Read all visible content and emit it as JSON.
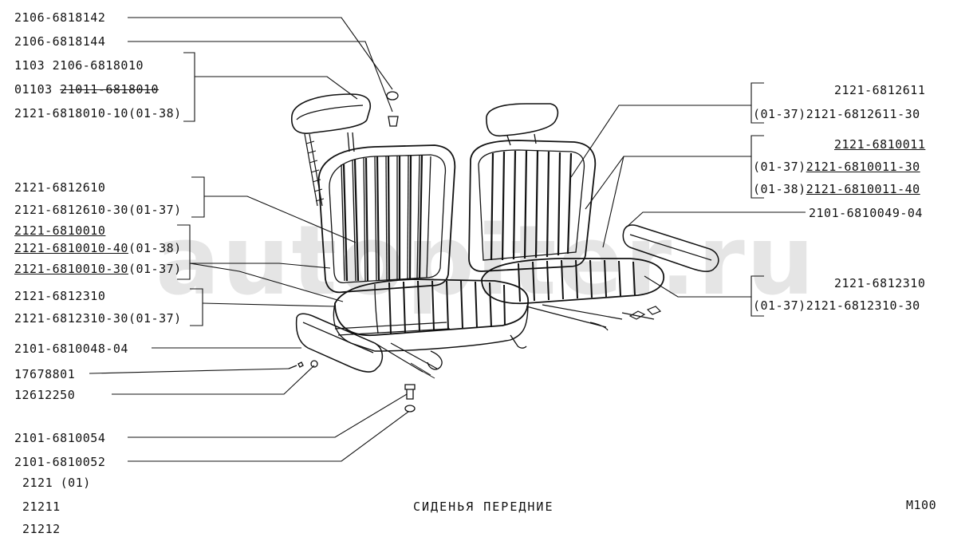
{
  "watermark": "autopiter.ru",
  "callouts_left": {
    "p1": "2106-6818142",
    "p2": "2106-6818144",
    "p3a": "1103",
    "p3b": "2106-6818010",
    "p4a": "01103",
    "p4b": "21011-6818010",
    "p5": "2121-6818010-10(01-38)",
    "p6": "2121-6812610",
    "p7": "2121-6812610-30(01-37)",
    "p8": "2121-6810010",
    "p9a": "2121-6810010-40",
    "p9b": "(01-38)",
    "p10a": "2121-6810010-30",
    "p10b": "(01-37)",
    "p11": "2121-6812310",
    "p12": "2121-6812310-30(01-37)",
    "p13": "2101-6810048-04",
    "p14": "17678801",
    "p15": "12612250",
    "p16": "2101-6810054",
    "p17": "2101-6810052"
  },
  "callouts_right": {
    "r1": "2121-6812611",
    "r2a": "(01-37)",
    "r2b": "2121-6812611-30",
    "r3": "2121-6810011",
    "r4a": "(01-37)",
    "r4b": "2121-6810011-30",
    "r5a": "(01-38)",
    "r5b": "2121-6810011-40",
    "r6": "2101-6810049-04",
    "r7": "2121-6812310",
    "r8a": "(01-37)",
    "r8b": "2121-6812310-30"
  },
  "models": [
    "2121 (01)",
    "21211",
    "21212"
  ],
  "title": "СИДЕНЬЯ ПЕРЕДНИЕ",
  "page_code": "M100"
}
